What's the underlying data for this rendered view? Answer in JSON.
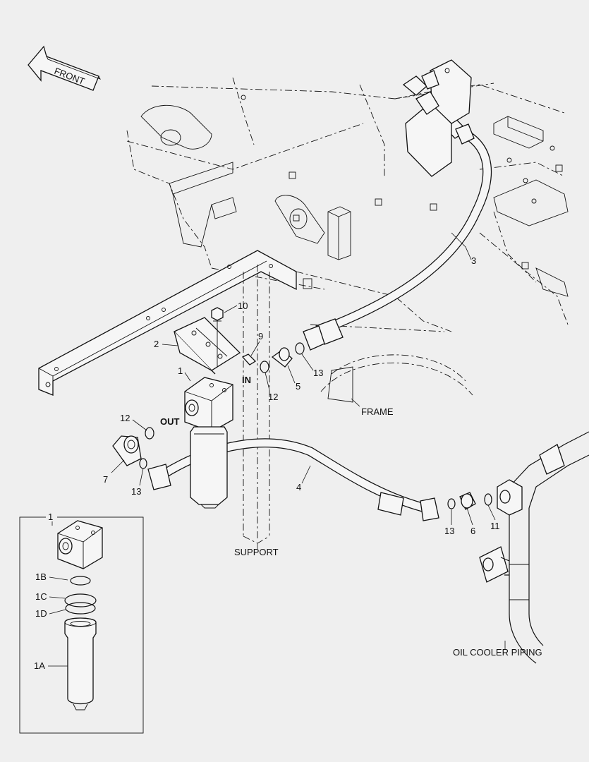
{
  "direction": {
    "label": "FRONT"
  },
  "callouts": {
    "part_1": "1",
    "part_2": "2",
    "part_3": "3",
    "part_4": "4",
    "part_5": "5",
    "part_6": "6",
    "part_7": "7",
    "part_9": "9",
    "part_10": "10",
    "part_11": "11",
    "part_12_top": "12",
    "part_12_left": "12",
    "part_13_top": "13",
    "part_13_left": "13",
    "part_13_right": "13"
  },
  "port_labels": {
    "in": "IN",
    "out": "OUT"
  },
  "area_labels": {
    "frame": "FRAME",
    "support": "SUPPORT",
    "oil_cooler": "OIL COOLER PIPING"
  },
  "detail": {
    "title": "1",
    "items": {
      "b": "1B",
      "c": "1C",
      "d": "1D",
      "a": "1A"
    }
  }
}
